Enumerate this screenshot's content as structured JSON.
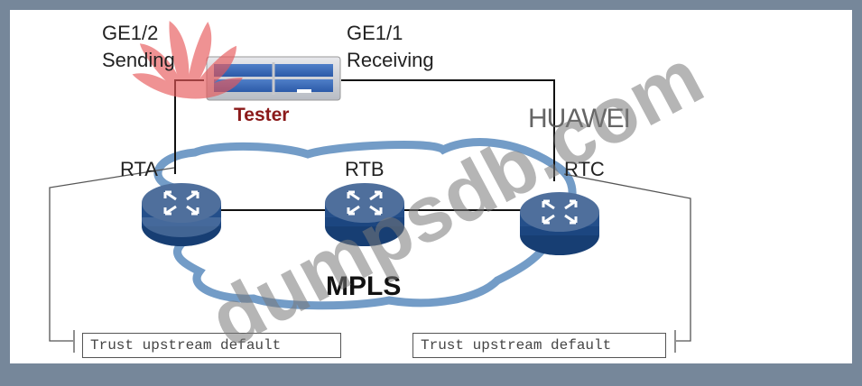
{
  "diagram": {
    "tester": {
      "label": "Tester",
      "left_port": "GE1/2",
      "left_role": "Sending",
      "right_port": "GE1/1",
      "right_role": "Receiving"
    },
    "routers": [
      {
        "name": "RTA"
      },
      {
        "name": "RTB"
      },
      {
        "name": "RTC"
      }
    ],
    "network_label": "MPLS",
    "config_boxes": [
      {
        "text": "Trust upstream default"
      },
      {
        "text": "Trust upstream default"
      }
    ],
    "colors": {
      "frame": "#76879a",
      "tester_label": "#8b1a1a",
      "router": "#2e4f7e",
      "cloud": "#5a8bbd",
      "logo": "#e8585a"
    }
  },
  "watermark": {
    "logo_text": "HUAWEI",
    "text": "dumpsdb.com"
  }
}
